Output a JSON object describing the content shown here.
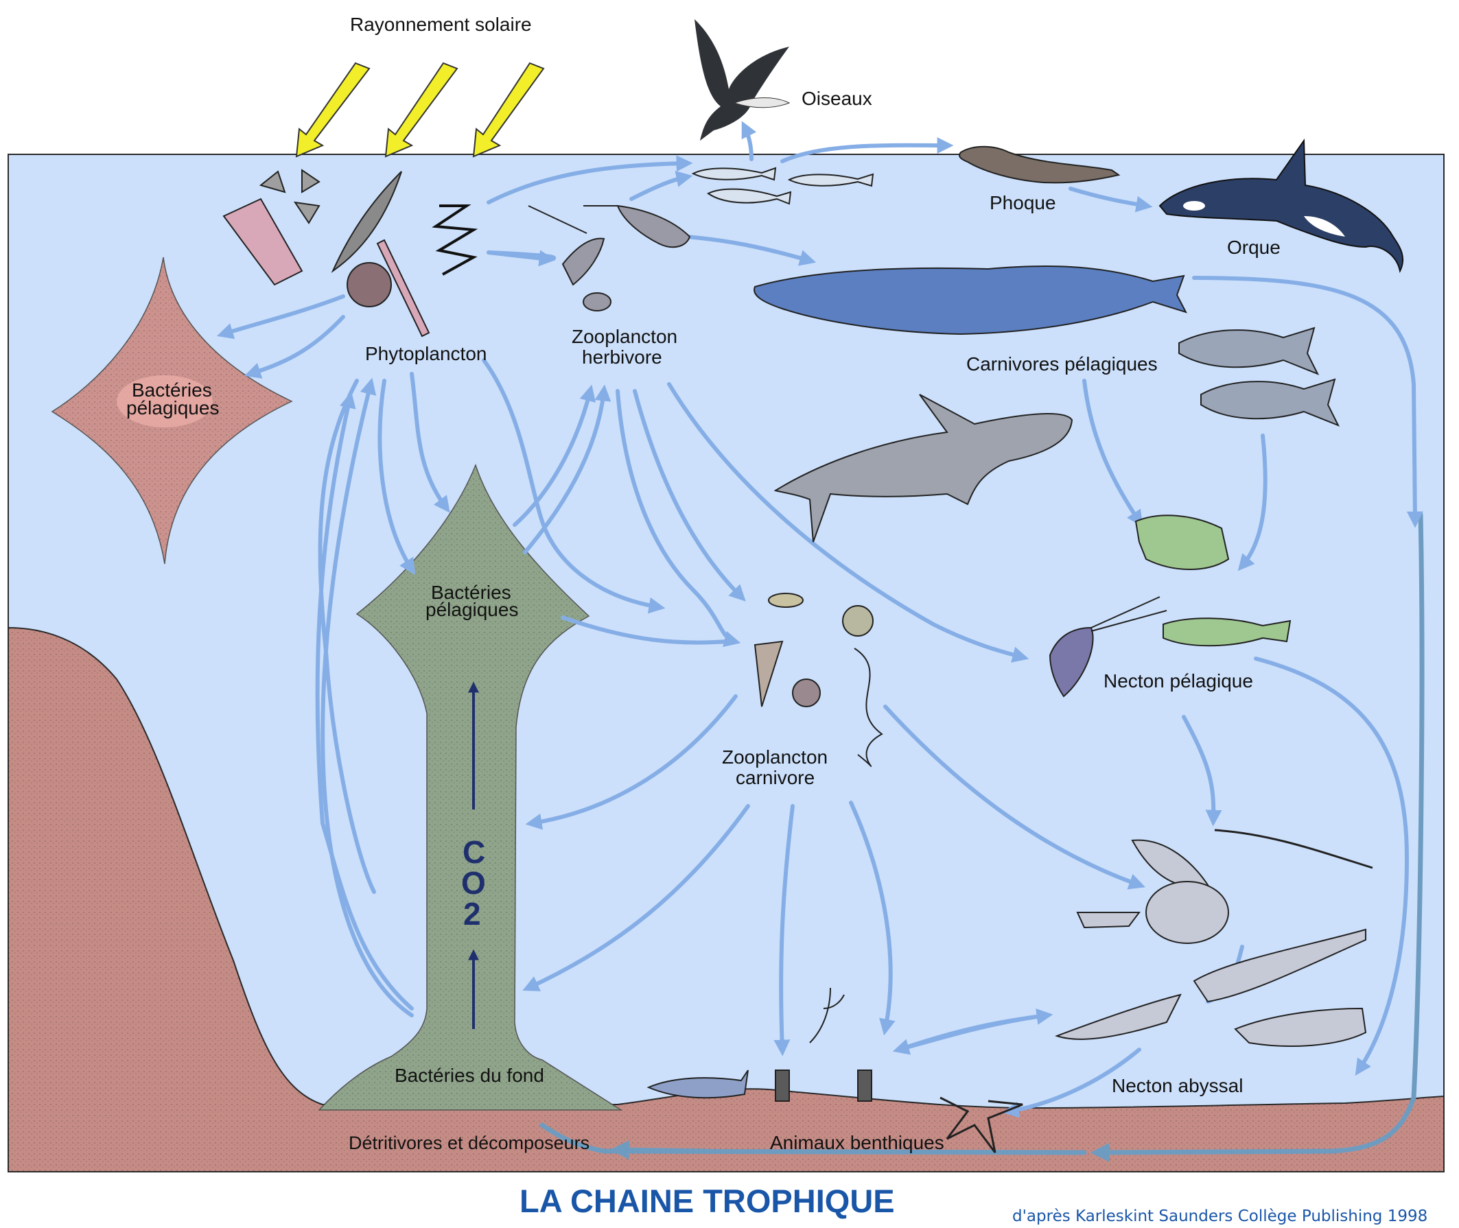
{
  "labels": {
    "solar": "Rayonnement solaire",
    "birds": "Oiseaux",
    "seal": "Phoque",
    "orca": "Orque",
    "phyto": "Phytoplancton",
    "zoo_herb_1": "Zooplancton",
    "zoo_herb_2": "herbivore",
    "bact_pel_left_1": "Bactéries",
    "bact_pel_left_2": "pélagiques",
    "bact_pel_mid_1": "Bactéries",
    "bact_pel_mid_2": "pélagiques",
    "carnivores": "Carnivores pélagiques",
    "necton_pel": "Necton pélagique",
    "zoo_carn_1": "Zooplancton",
    "zoo_carn_2": "carnivore",
    "co2_c": "C",
    "co2_o": "O",
    "co2_2": "2",
    "bact_fond": "Bactéries du fond",
    "necton_abyss": "Necton abyssal",
    "detritivores": "Détritivores et décomposeurs",
    "benthic": "Animaux benthiques"
  },
  "title": "LA CHAINE TROPHIQUE",
  "credit": "d'après Karleskint  Saunders Collège Publishing 1998",
  "colors": {
    "sea": "#cce0fb",
    "seabed": "#c58c86",
    "bacteria_pink": "#cc928e",
    "bacteria_green": "#8fa48a",
    "flow_arrow": "#86aee6",
    "sun_arrow": "#f2ef2a",
    "title": "#1a56a8"
  }
}
